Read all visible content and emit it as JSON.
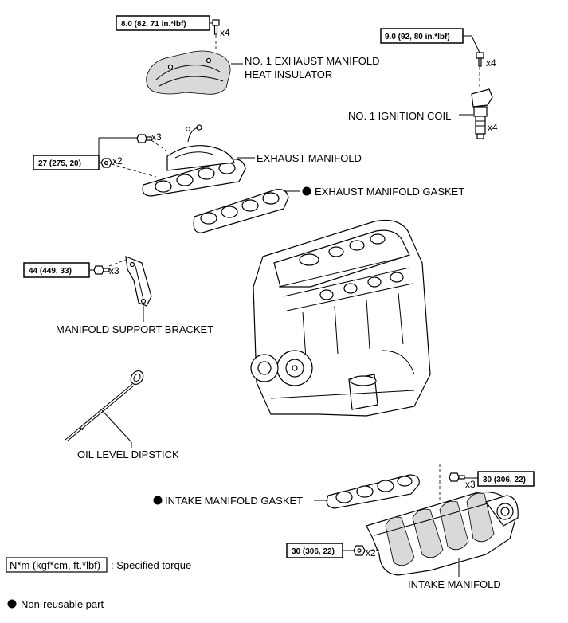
{
  "torque": {
    "heat_insulator": "8.0 (82, 71 in.*lbf)",
    "ignition_coil": "9.0 (92, 80 in.*lbf)",
    "exhaust_manifold": "27 (275, 20)",
    "support_bracket": "44 (449, 33)",
    "intake_manifold_upper": "30 (306, 22)",
    "intake_manifold_lower": "30 (306, 22)"
  },
  "quantities": {
    "heat_insulator_bolts": "x4",
    "ignition_coil_bolts": "x4",
    "ignition_coils": "x4",
    "exhaust_bolts": "x3",
    "exhaust_nuts": "x2",
    "bracket_bolts": "x3",
    "intake_bolts": "x3",
    "intake_nuts": "x2"
  },
  "labels": {
    "heat_insulator_1": "NO. 1 EXHAUST MANIFOLD",
    "heat_insulator_2": "HEAT INSULATOR",
    "ignition_coil": "NO. 1 IGNITION COIL",
    "exhaust_manifold": "EXHAUST MANIFOLD",
    "exhaust_gasket": "EXHAUST MANIFOLD GASKET",
    "support_bracket": "MANIFOLD SUPPORT BRACKET",
    "oil_dipstick": "OIL LEVEL DIPSTICK",
    "intake_gasket": "INTAKE MANIFOLD GASKET",
    "intake_manifold": "INTAKE MANIFOLD"
  },
  "legend": {
    "torque_unit": "N*m (kgf*cm, ft.*lbf)",
    "torque_desc": ": Specified torque",
    "non_reusable": "Non-reusable part"
  }
}
